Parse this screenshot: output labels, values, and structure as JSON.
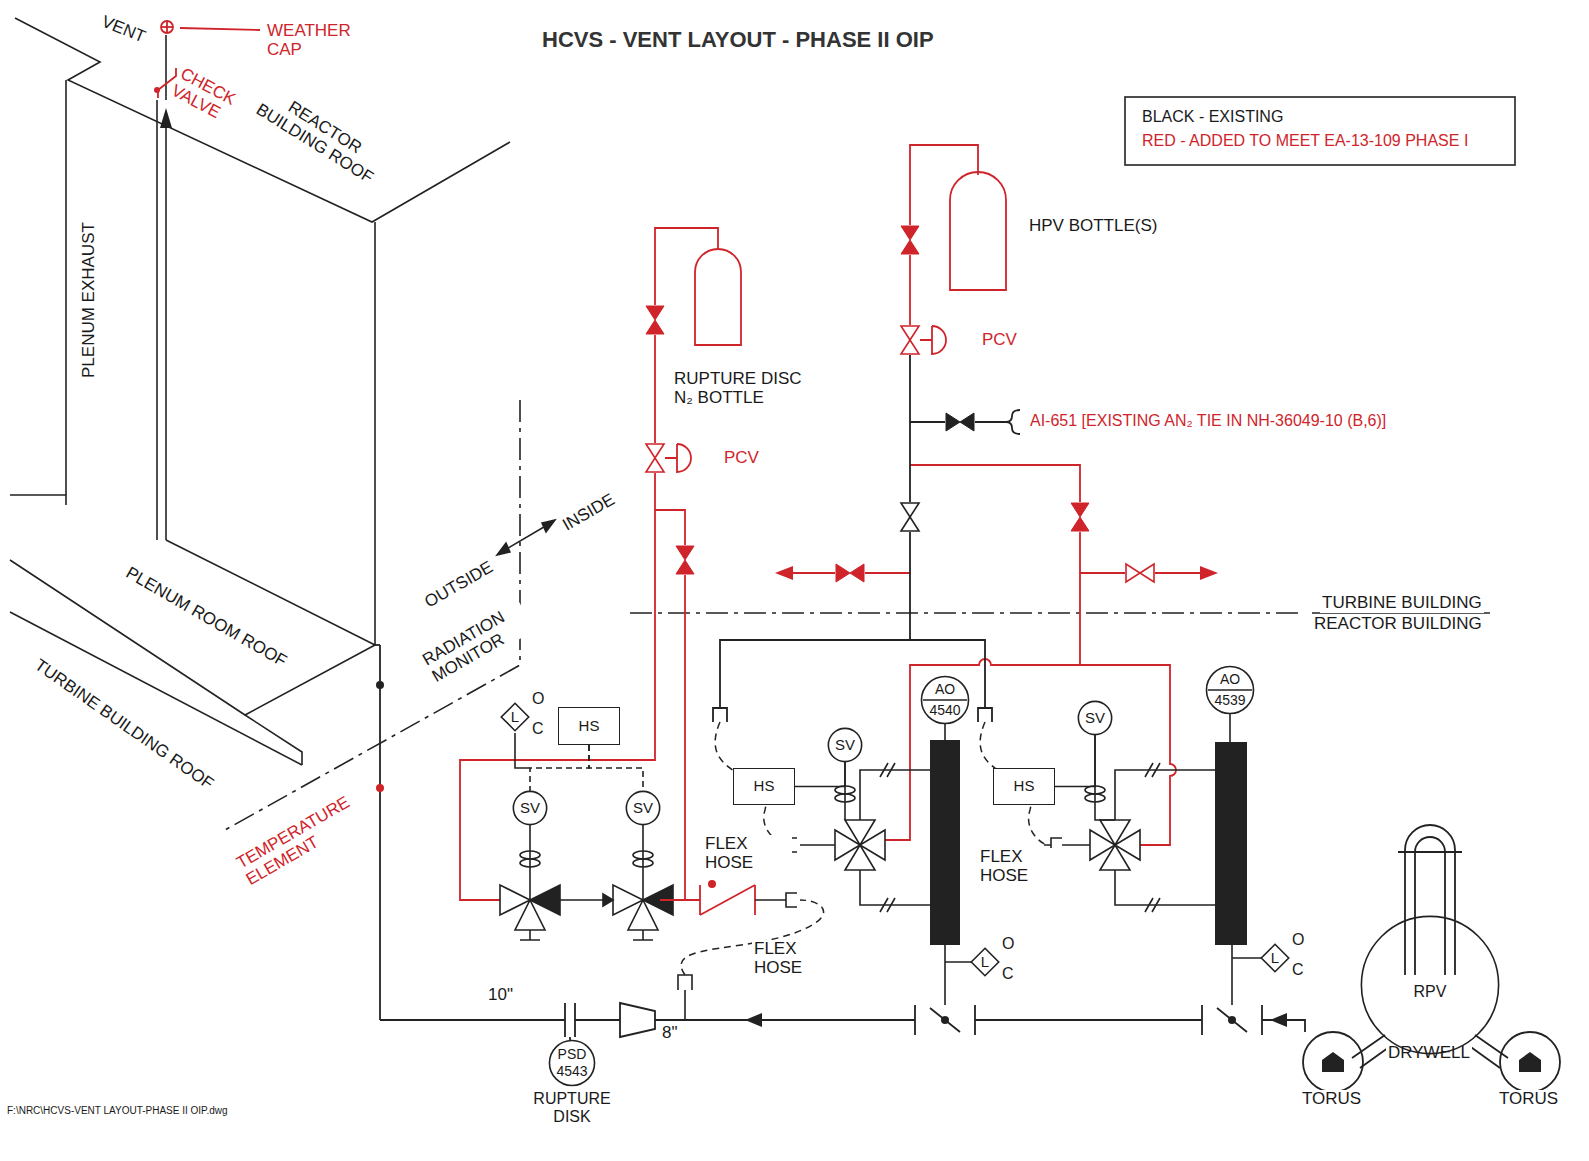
{
  "diagram": {
    "title": "HCVS - VENT LAYOUT - PHASE II OIP",
    "nodes": [
      {
        "text": [
          "HS"
        ]
      },
      {
        "text": [
          "L",
          "O",
          "C"
        ]
      },
      {
        "text": [
          "SV"
        ]
      },
      {
        "text": [
          "SV"
        ]
      },
      {
        "text": [
          "HS"
        ]
      },
      {
        "text": [
          "SV"
        ]
      },
      {
        "text": [
          "AO",
          "4540"
        ]
      },
      {
        "text": [
          "L",
          "O",
          "C"
        ]
      },
      {
        "text": [
          "HS"
        ]
      },
      {
        "text": [
          "SV"
        ]
      },
      {
        "text": [
          "AO",
          "4539"
        ]
      },
      {
        "text": [
          "L",
          "O",
          "C"
        ]
      },
      {
        "text": [
          "PSD",
          "4543",
          "RUPTURE DISK"
        ]
      },
      {
        "text": [
          "RPV"
        ]
      }
    ],
    "edges": [
      {
        "from": 0,
        "to": 2,
        "arrow": "none"
      },
      {
        "from": 0,
        "to": 3,
        "arrow": "none"
      },
      {
        "from": 4,
        "to": 5,
        "arrow": "none"
      },
      {
        "from": 8,
        "to": 9,
        "arrow": "none"
      }
    ],
    "labels": [
      "VENT",
      "WEATHER CAP",
      "CHECK VALVE",
      "REACTOR BUILDING ROOF",
      "PLENUM EXHAUST",
      "PLENUM ROOM ROOF",
      "TURBINE BUILDING ROOF",
      "OUTSIDE",
      "INSIDE",
      "RADIATION MONITOR",
      "TEMPERATURE ELEMENT",
      "RUPTURE DISC N₂ BOTTLE",
      "PCV",
      "HPV BOTTLE(S)",
      "PCV",
      "AI-651 [EXISTING AN₂ TIE IN NH-36049-10 (B,6)]",
      "TURBINE BUILDING",
      "REACTOR BUILDING",
      "FLEX HOSE",
      "FLEX HOSE",
      "FLEX HOSE",
      "10\"",
      "8\"",
      "DRYWELL",
      "TORUS",
      "TORUS",
      "F:\\NRC\\HCVS-VENT LAYOUT-PHASE II OIP.dwg"
    ],
    "legend": [
      {
        "text": "BLACK - EXISTING",
        "color": "#1a1a1a"
      },
      {
        "text": "RED - ADDED TO MEET EA-13-109 PHASE I",
        "color": "#d0242b"
      }
    ]
  }
}
